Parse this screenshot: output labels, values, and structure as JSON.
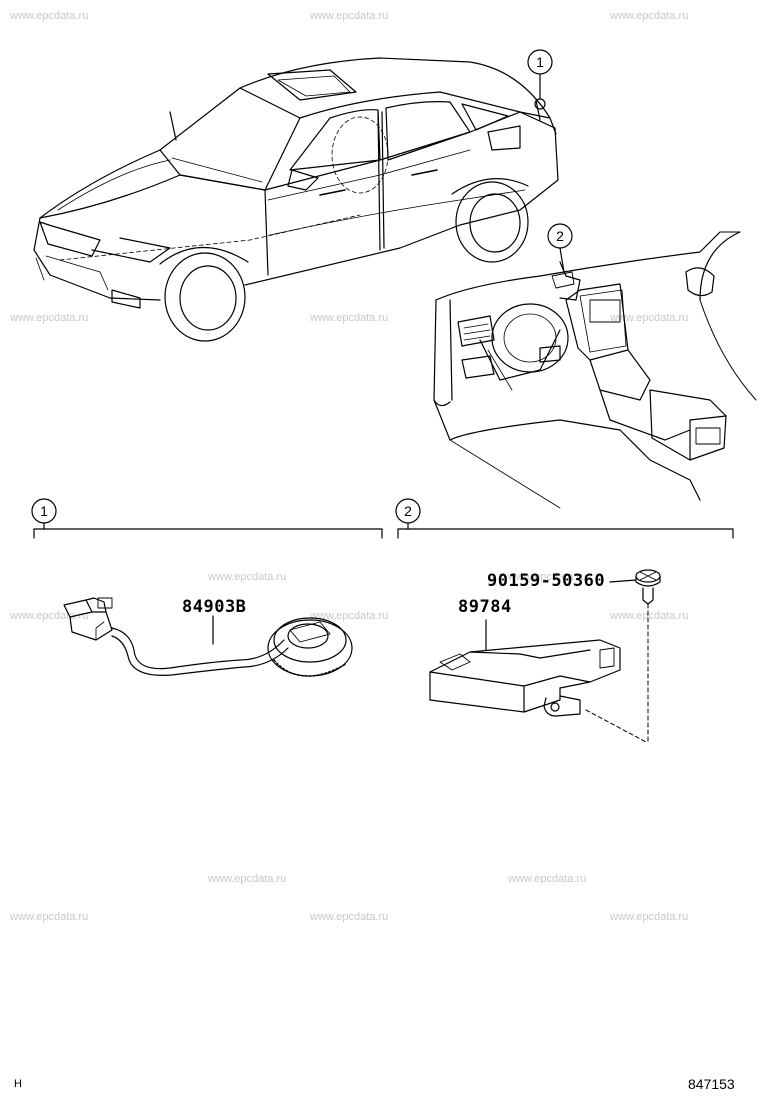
{
  "watermarks": [
    "www.epcdata.ru",
    "www.epcdata.ru",
    "www.epcdata.ru",
    "www.epcdata.ru",
    "www.epcdata.ru",
    "www.epcdata.ru",
    "www.epcdata.ru",
    "www.epcdata.ru",
    "www.epcdata.ru",
    "www.epcdata.ru",
    "www.epcdata.ru",
    "www.epcdata.ru",
    "www.epcdata.ru",
    "www.epcdata.ru",
    "www.epcdata.ru",
    "www.epcdata.ru"
  ],
  "callouts": {
    "c1_top": "1",
    "c2_top": "2",
    "c1_section": "1",
    "c2_section": "2"
  },
  "parts": {
    "sensor": "84903B",
    "module": "89784",
    "bolt": "90159-50360"
  },
  "footer": {
    "left_code": "H",
    "diagram_number": "847153"
  }
}
